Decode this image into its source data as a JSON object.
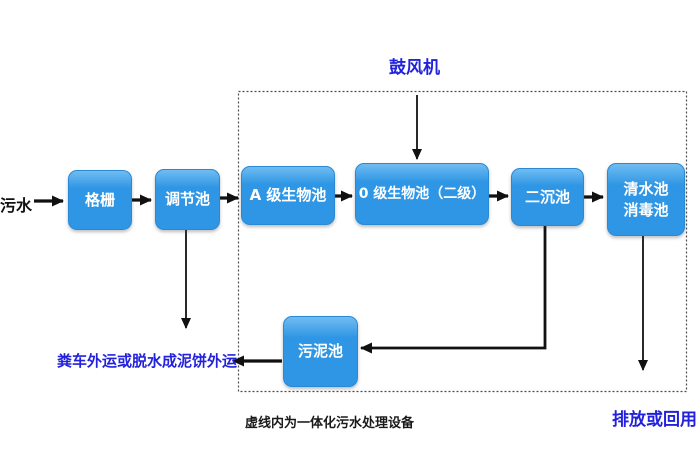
{
  "diagram": {
    "source_label": "污水",
    "blower_label": "鼓风机",
    "nodes": {
      "grille": "格栅",
      "regulating_tank": "调节池",
      "a_bio_tank": "A 级生物池",
      "o_bio_tank": "0 级生物池（二级）",
      "secondary_sedimentation_tank": "二沉池",
      "clear_water_tank_line1": "清水池",
      "clear_water_tank_line2": "消毒池",
      "sludge_tank": "污泥池"
    },
    "sludge_disposal_label": "粪车外运或脱水成泥饼外运",
    "dashed_box_caption": "虚线内为一体化污水处理设备",
    "discharge_label": "排放或回用",
    "colors": {
      "node_fill": "#2E96E4",
      "node_fill_top": "#70BCF2",
      "node_border": "#2A88D4",
      "accent_blue_text": "#2222DD",
      "line_black": "#111111"
    }
  }
}
